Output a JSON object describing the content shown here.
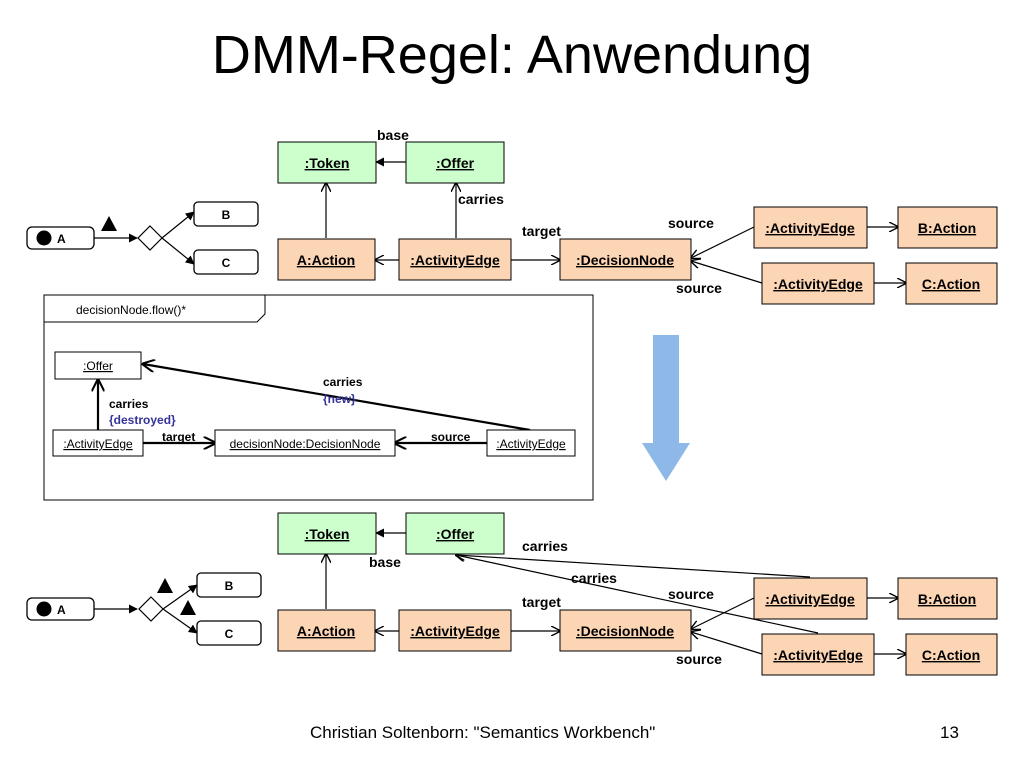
{
  "title": "DMM-Regel: Anwendung",
  "colors": {
    "token": "#ccffcc",
    "action": "#fcd5b4",
    "arrow": "#8db8e8",
    "frame": "#000000",
    "new_label": "#33339a"
  },
  "top_model": {
    "token": ":Token",
    "offer": ":Offer",
    "base": "base",
    "carries": "carries",
    "a_action": "A:Action",
    "edge_in": ":ActivityEdge",
    "target": "target",
    "decision_node": ":DecisionNode",
    "source_top": "source",
    "source_bottom": "source",
    "edge_b": ":ActivityEdge",
    "b_action": "B:Action",
    "edge_c": ":ActivityEdge",
    "c_action": "C:Action"
  },
  "top_mini": {
    "a": "A",
    "b": "B",
    "c": "C"
  },
  "rule": {
    "frame_label": "decisionNode.flow()*",
    "offer": ":Offer",
    "edge_left": ":ActivityEdge",
    "decision": "decisionNode:DecisionNode",
    "edge_right": ":ActivityEdge",
    "carries_left": "carries",
    "destroyed": "{destroyed}",
    "carries_right": "carries",
    "new": "{new}",
    "target": "target",
    "source": "source"
  },
  "bottom_model": {
    "token": ":Token",
    "offer": ":Offer",
    "base": "base",
    "carries_1": "carries",
    "carries_2": "carries",
    "a_action": "A:Action",
    "edge_in": ":ActivityEdge",
    "target": "target",
    "decision_node": ":DecisionNode",
    "source_top": "source",
    "source_bottom": "source",
    "edge_b": ":ActivityEdge",
    "b_action": "B:Action",
    "edge_c": ":ActivityEdge",
    "c_action": "C:Action"
  },
  "bottom_mini": {
    "a": "A",
    "b": "B",
    "c": "C"
  },
  "footer": {
    "text": "Christian Soltenborn: \"Semantics Workbench\"",
    "page": "13"
  }
}
